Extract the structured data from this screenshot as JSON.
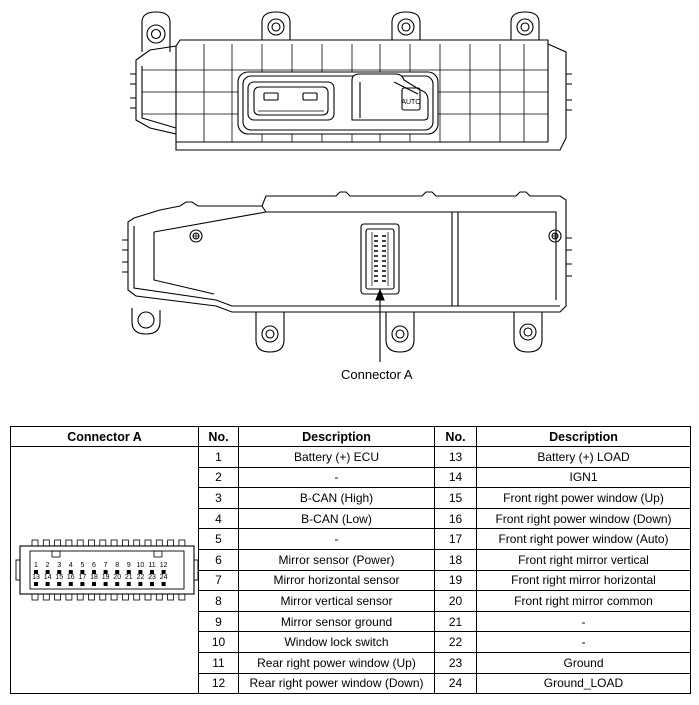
{
  "callout_label": "Connector A",
  "table": {
    "headers": [
      "Connector A",
      "No.",
      "Description",
      "No.",
      "Description"
    ],
    "rows": [
      {
        "no1": "1",
        "desc1": "Battery (+) ECU",
        "no2": "13",
        "desc2": "Battery (+) LOAD"
      },
      {
        "no1": "2",
        "desc1": "-",
        "no2": "14",
        "desc2": "IGN1"
      },
      {
        "no1": "3",
        "desc1": "B-CAN (High)",
        "no2": "15",
        "desc2": "Front right power window (Up)"
      },
      {
        "no1": "4",
        "desc1": "B-CAN (Low)",
        "no2": "16",
        "desc2": "Front right power window (Down)"
      },
      {
        "no1": "5",
        "desc1": "-",
        "no2": "17",
        "desc2": "Front right power window (Auto)"
      },
      {
        "no1": "6",
        "desc1": "Mirror sensor (Power)",
        "no2": "18",
        "desc2": "Front right mirror vertical"
      },
      {
        "no1": "7",
        "desc1": "Mirror horizontal sensor",
        "no2": "19",
        "desc2": "Front right mirror horizontal"
      },
      {
        "no1": "8",
        "desc1": "Mirror vertical sensor",
        "no2": "20",
        "desc2": "Front right mirror common"
      },
      {
        "no1": "9",
        "desc1": "Mirror sensor ground",
        "no2": "21",
        "desc2": "-"
      },
      {
        "no1": "10",
        "desc1": "Window lock switch",
        "no2": "22",
        "desc2": "-"
      },
      {
        "no1": "11",
        "desc1": "Rear right power window (Up)",
        "no2": "23",
        "desc2": "Ground"
      },
      {
        "no1": "12",
        "desc1": "Rear right power window (Down)",
        "no2": "24",
        "desc2": "Ground_LOAD"
      }
    ]
  },
  "connector_pins": {
    "top_row": [
      "1",
      "2",
      "3",
      "4",
      "5",
      "6",
      "7",
      "8",
      "9",
      "10",
      "11",
      "12"
    ],
    "bottom_row": [
      "13",
      "14",
      "15",
      "16",
      "17",
      "18",
      "19",
      "20",
      "21",
      "22",
      "23",
      "24"
    ]
  },
  "switch_auto_label": "AUTO"
}
